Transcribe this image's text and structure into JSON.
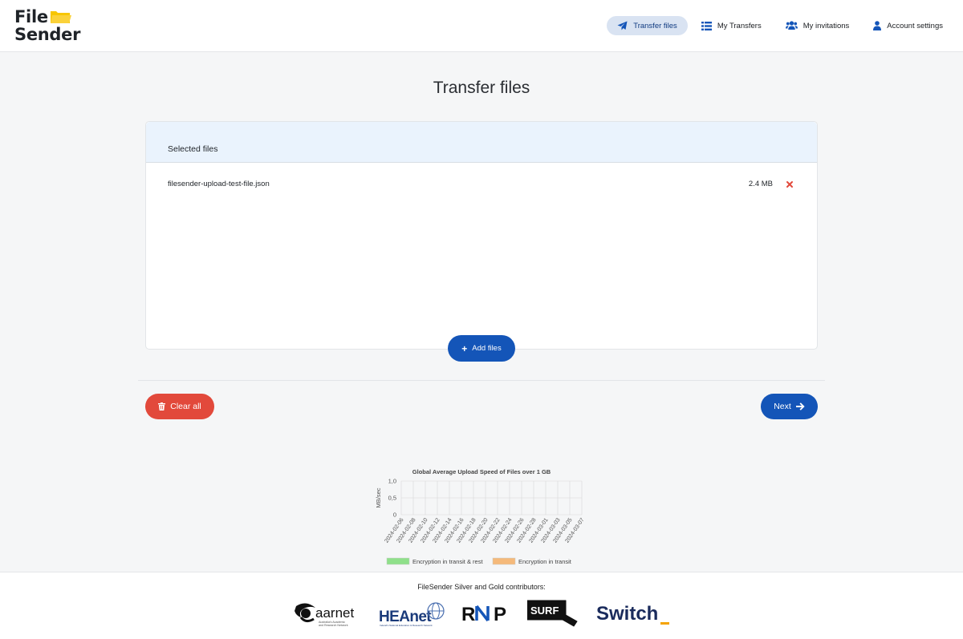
{
  "app": {
    "logo_line1": "File",
    "logo_line2": "Sender"
  },
  "nav": {
    "items": [
      {
        "label": "Transfer files",
        "icon": "paper-plane-icon",
        "active": true
      },
      {
        "label": "My Transfers",
        "icon": "list-icon",
        "active": false
      },
      {
        "label": "My invitations",
        "icon": "users-icon",
        "active": false
      },
      {
        "label": "Account settings",
        "icon": "user-icon",
        "active": false
      }
    ]
  },
  "page": {
    "title": "Transfer files"
  },
  "files": {
    "header": "Selected files",
    "items": [
      {
        "name": "filesender-upload-test-file.json",
        "size": "2.4 MB"
      }
    ],
    "add_label": "Add files"
  },
  "actions": {
    "clear_label": "Clear all",
    "next_label": "Next"
  },
  "chart_data": {
    "type": "line",
    "title": "Global Average Upload Speed of Files over 1 GB",
    "xlabel": "",
    "ylabel": "MB/sec",
    "ylim": [
      0,
      1.0
    ],
    "y_ticks": [
      "0",
      "0,5",
      "1,0"
    ],
    "categories": [
      "2024-02-06",
      "2024-02-08",
      "2024-02-10",
      "2024-02-12",
      "2024-02-14",
      "2024-02-16",
      "2024-02-18",
      "2024-02-20",
      "2024-02-22",
      "2024-02-24",
      "2024-02-26",
      "2024-02-28",
      "2024-03-01",
      "2024-03-03",
      "2024-03-05",
      "2024-03-07"
    ],
    "series": [
      {
        "name": "Encryption in transit & rest",
        "color": "#8fe08a",
        "values": []
      },
      {
        "name": "Encryption in transit",
        "color": "#f5b97a",
        "values": []
      }
    ],
    "grid": true,
    "legend": "bottom"
  },
  "footer": {
    "text": "FileSender Silver and Gold contributors:",
    "sponsors": [
      {
        "name": "aarnet",
        "subtitle": "Australia's Academic and Research Network"
      },
      {
        "name": "HEAnet",
        "subtitle": "Ireland's National Education & Research Network"
      },
      {
        "name": "RNP"
      },
      {
        "name": "SURF"
      },
      {
        "name": "Switch"
      }
    ]
  },
  "colors": {
    "primary": "#1455b8",
    "danger": "#e2493b",
    "logo_yellow": "#f7c600"
  }
}
